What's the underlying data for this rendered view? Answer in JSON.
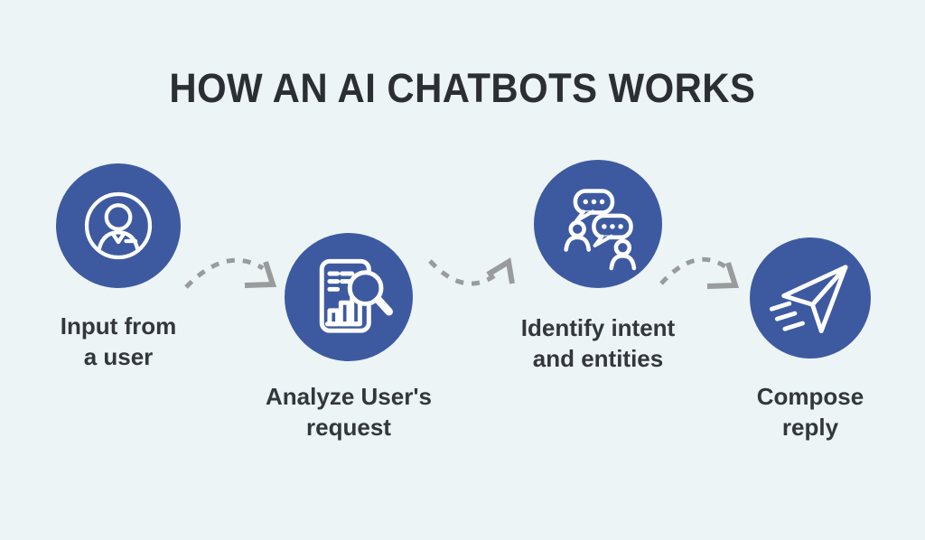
{
  "title": "HOW AN AI CHATBOTS WORKS",
  "colors": {
    "background": "#ecf4f5",
    "circle_blue": "#3d5aa1",
    "icon_stroke": "#ffffff",
    "title_text": "#2b2f33",
    "label_text": "#33373b",
    "arrow_gray": "#999b9d"
  },
  "steps": [
    {
      "icon": "user-icon",
      "label_lines": [
        "Input from",
        "a user"
      ]
    },
    {
      "icon": "analyze-request-icon",
      "label_lines": [
        "Analyze User's",
        "request"
      ]
    },
    {
      "icon": "intent-chat-icon",
      "label_lines": [
        "Identify intent",
        "and entities"
      ]
    },
    {
      "icon": "paper-plane-icon",
      "label_lines": [
        "Compose",
        "reply"
      ]
    }
  ]
}
